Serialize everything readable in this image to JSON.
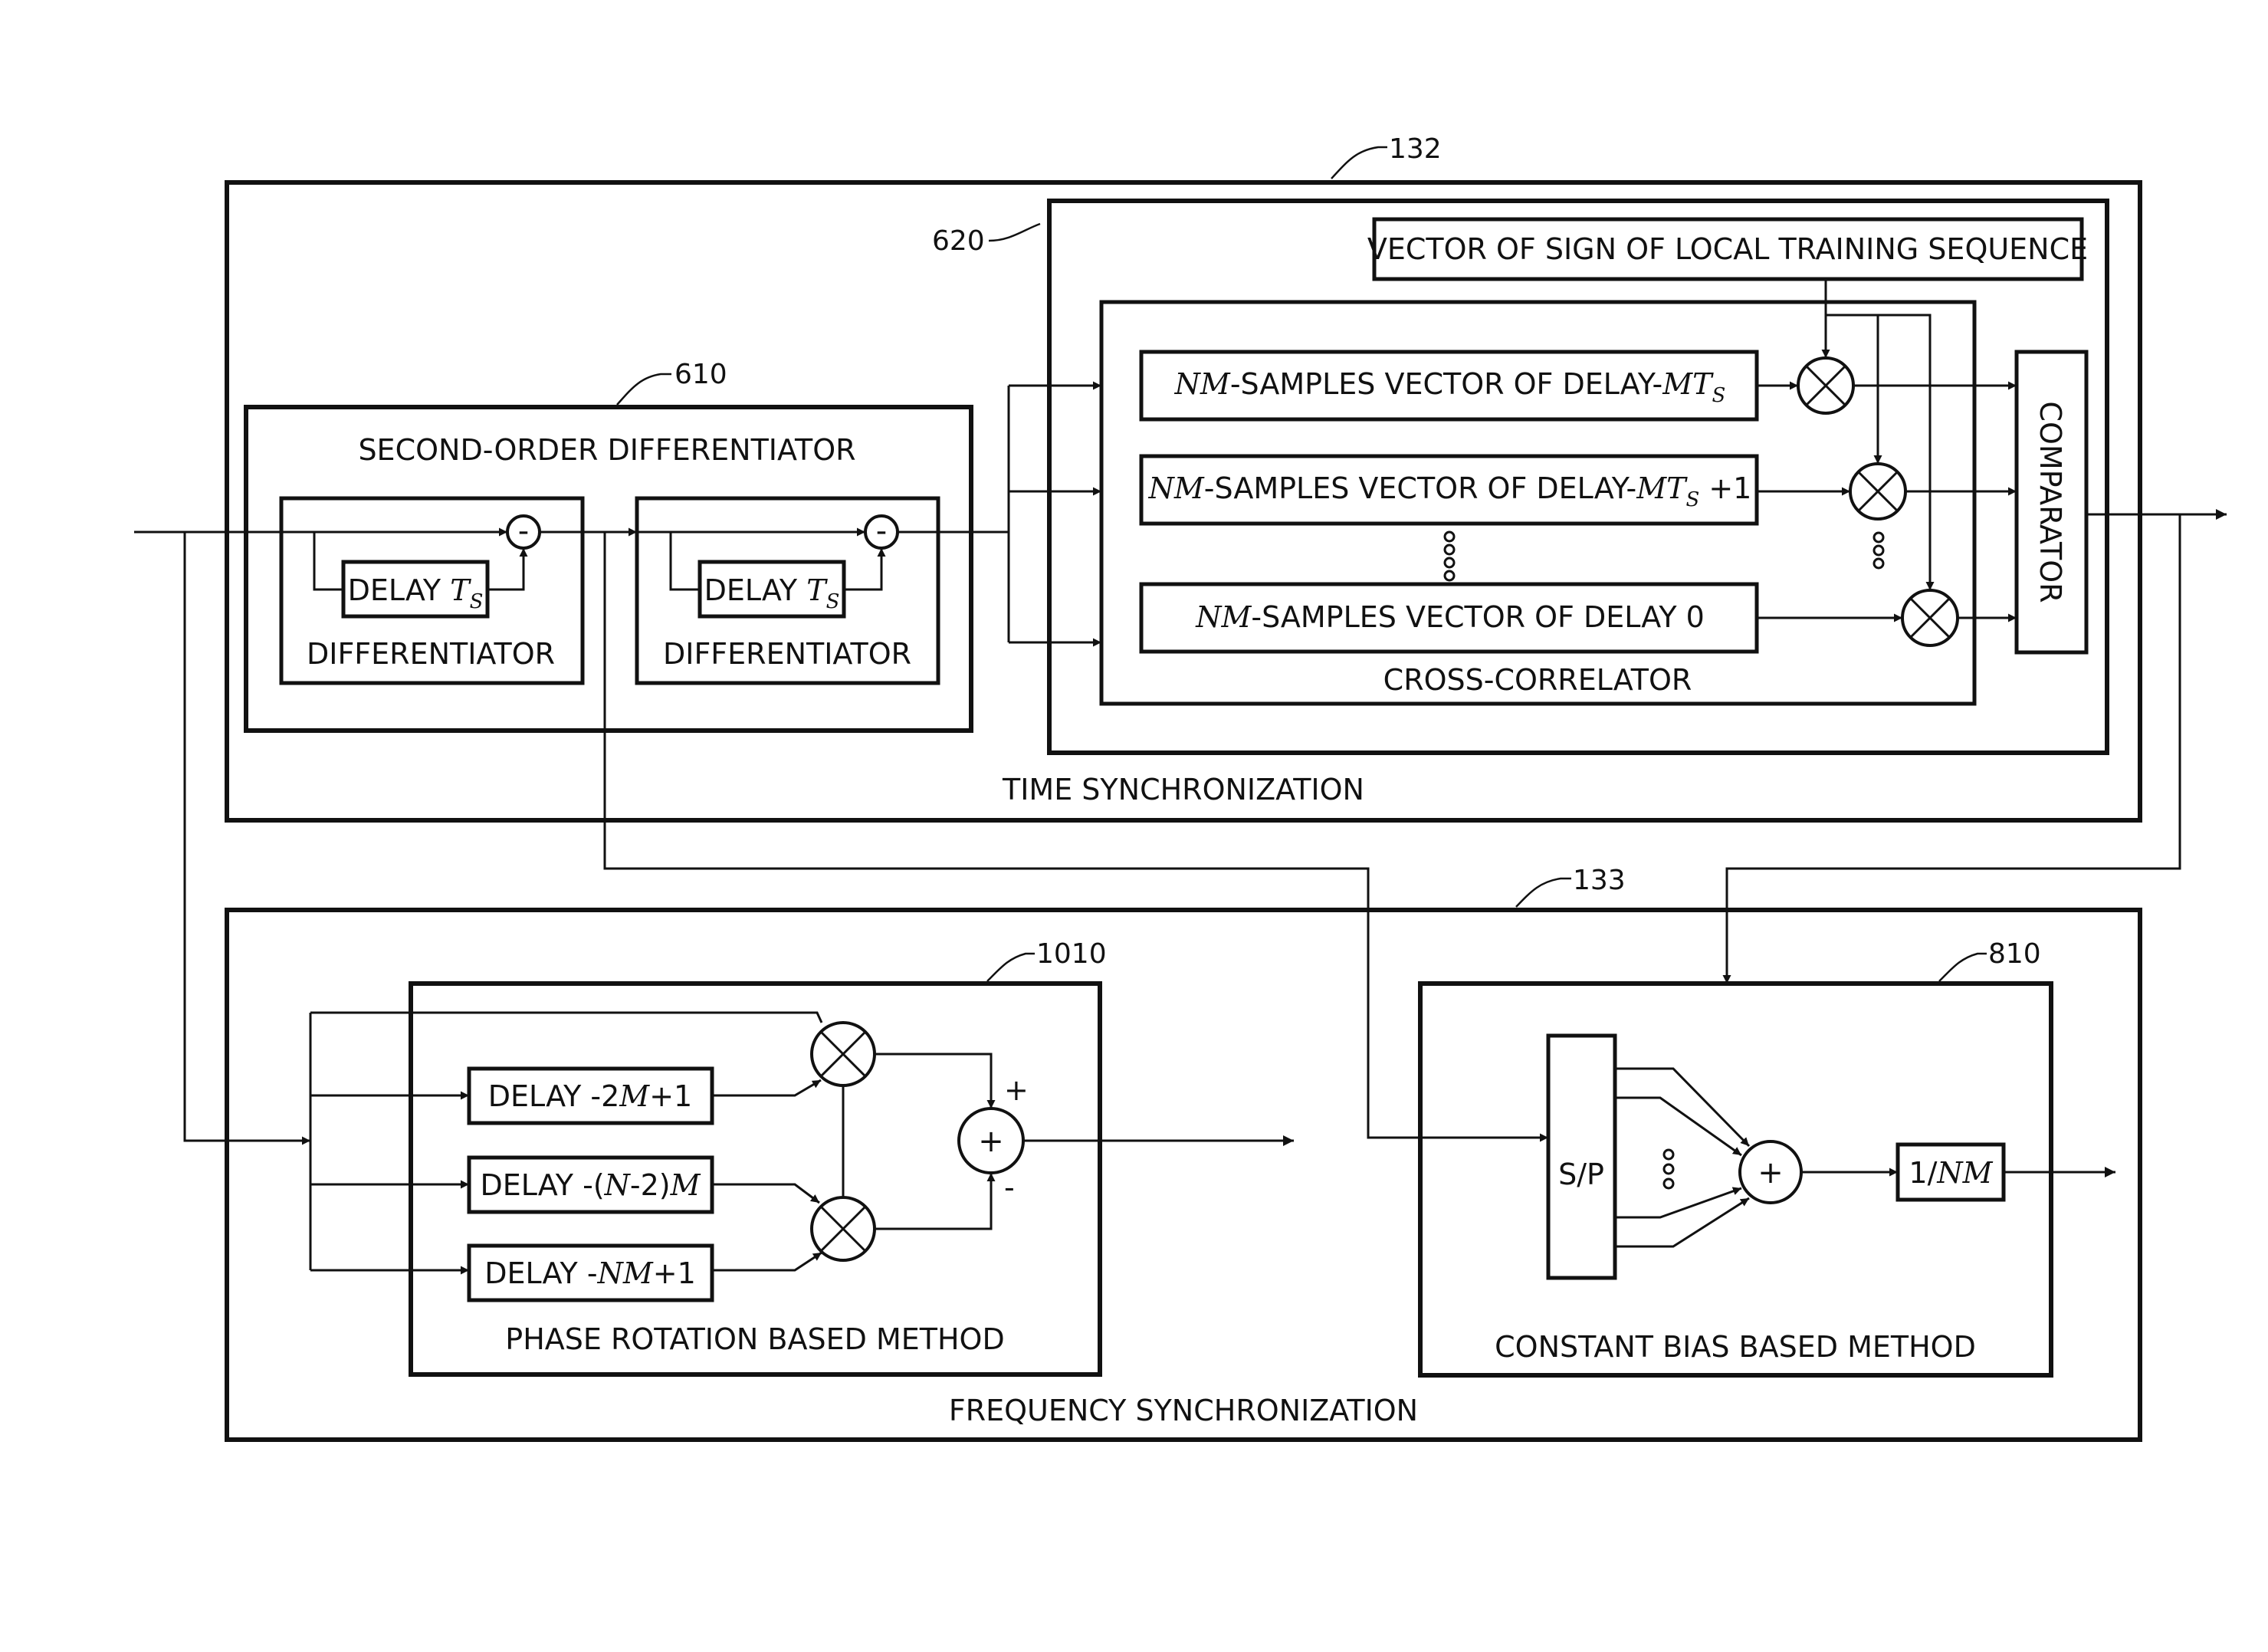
{
  "refs": {
    "time_sync": "132",
    "correlation_block": "620",
    "differentiator_block": "610",
    "freq_sync": "133",
    "phase_block": "1010",
    "bias_block": "810"
  },
  "time_sync": {
    "title": "TIME SYNCHRONIZATION",
    "differentiator": {
      "title": "SECOND-ORDER DIFFERENTIATOR",
      "stage_label": "DIFFERENTIATOR",
      "delay_text": "DELAY ",
      "delay_sym": "T",
      "delay_sub": "S",
      "sub_sign": "-"
    },
    "vector_sign": "VECTOR OF SIGN OF LOCAL TRAINING SEQUENCE",
    "cross_correlator": "CROSS-CORRELATOR",
    "comparator": "COMPARATOR",
    "rows": [
      {
        "sym": "NM",
        "text": "-SAMPLES VECTOR OF DELAY-",
        "sym2": "MT",
        "sub": "S",
        "tail": ""
      },
      {
        "sym": "NM",
        "text": "-SAMPLES VECTOR OF DELAY-",
        "sym2": "MT",
        "sub": "S",
        "tail": " +1"
      },
      {
        "sym": "NM",
        "text": "-SAMPLES VECTOR OF DELAY 0",
        "sym2": "",
        "sub": "",
        "tail": ""
      }
    ]
  },
  "freq_sync": {
    "title": "FREQUENCY SYNCHRONIZATION",
    "phase": {
      "title": "PHASE ROTATION BASED METHOD",
      "delays": [
        {
          "a": "DELAY -2",
          "sym": "M",
          "b": "+1"
        },
        {
          "a": "DELAY -(",
          "sym": "N",
          "b": "-2)",
          "sym2": "M"
        },
        {
          "a": "DELAY -",
          "sym": "NM",
          "b": "+1"
        }
      ],
      "adder": "+",
      "plus": "+",
      "minus": "-"
    },
    "bias": {
      "title": "CONSTANT BIAS BASED METHOD",
      "sp": "S/P",
      "adder": "+",
      "div_a": "1/",
      "div_sym": "NM"
    }
  }
}
